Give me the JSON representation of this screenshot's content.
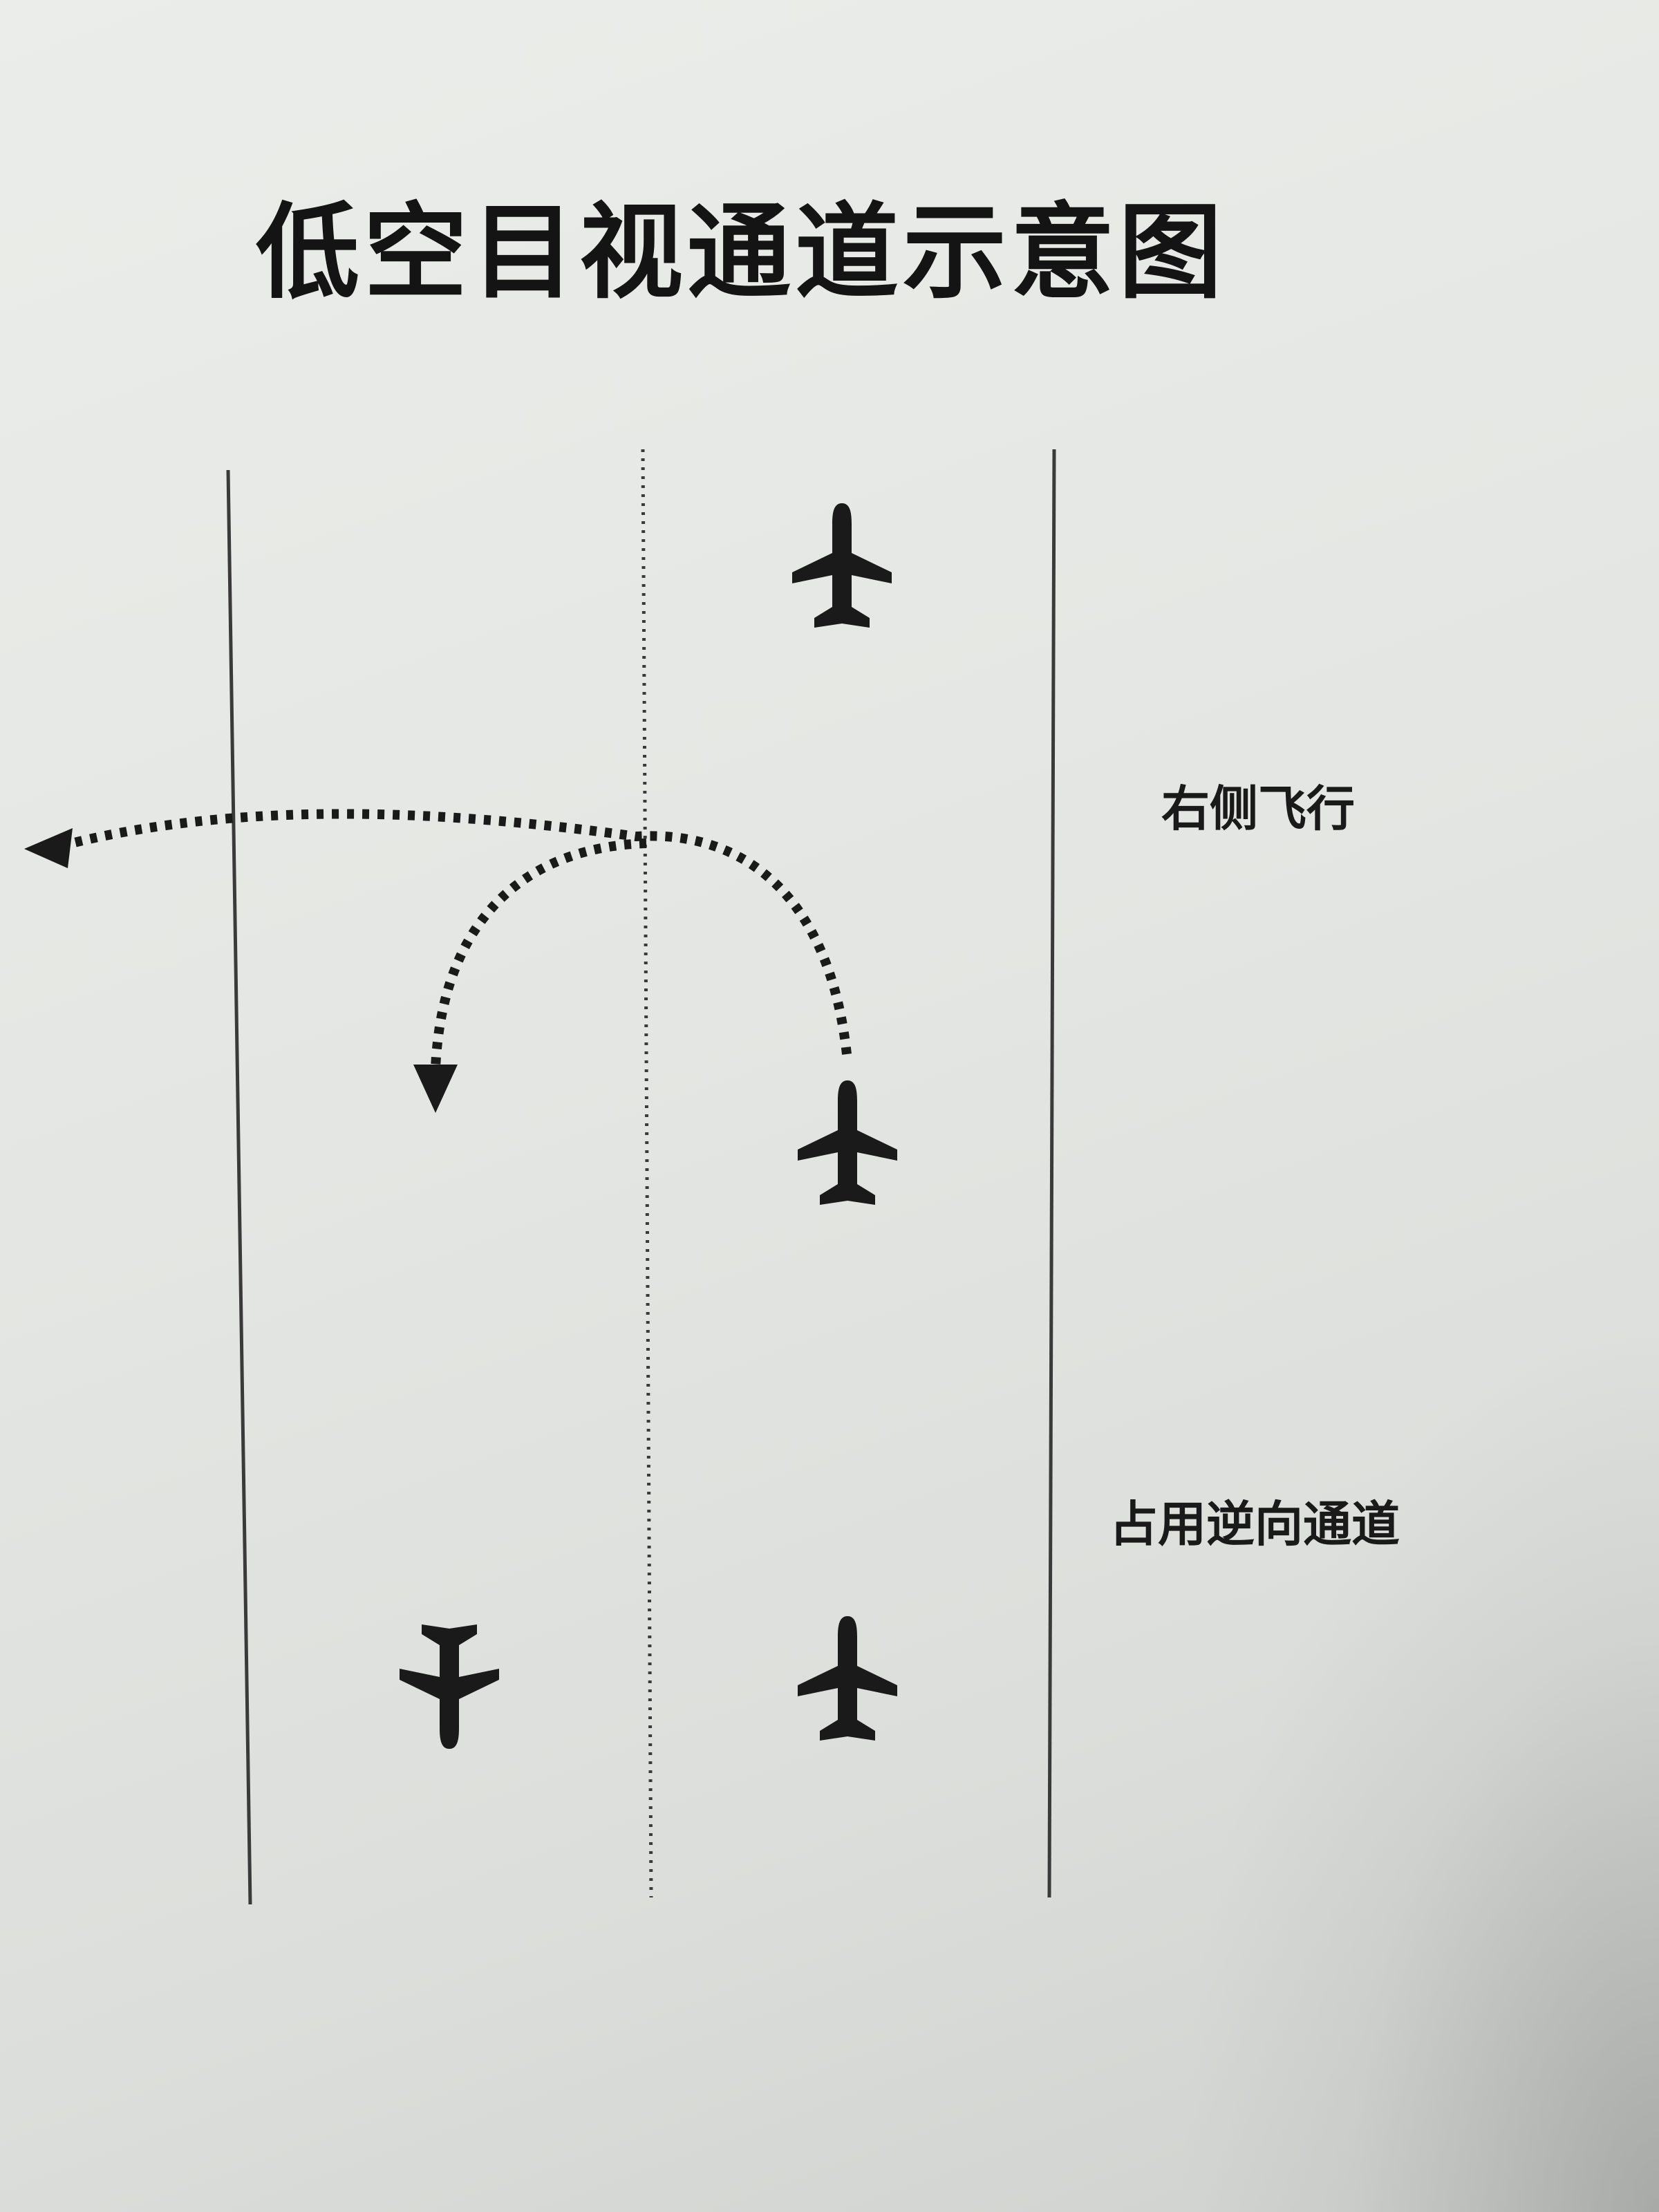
{
  "title": "低空目视通道示意图",
  "labels": {
    "right_side_flight": "右侧飞行",
    "occupy_reverse_channel": "占用逆向通道"
  },
  "icons": {
    "aircraft": "airplane-icon",
    "arrowhead": "arrowhead-icon"
  },
  "colors": {
    "ink": "#1a1a1a",
    "paper": "#e6e8e5"
  }
}
